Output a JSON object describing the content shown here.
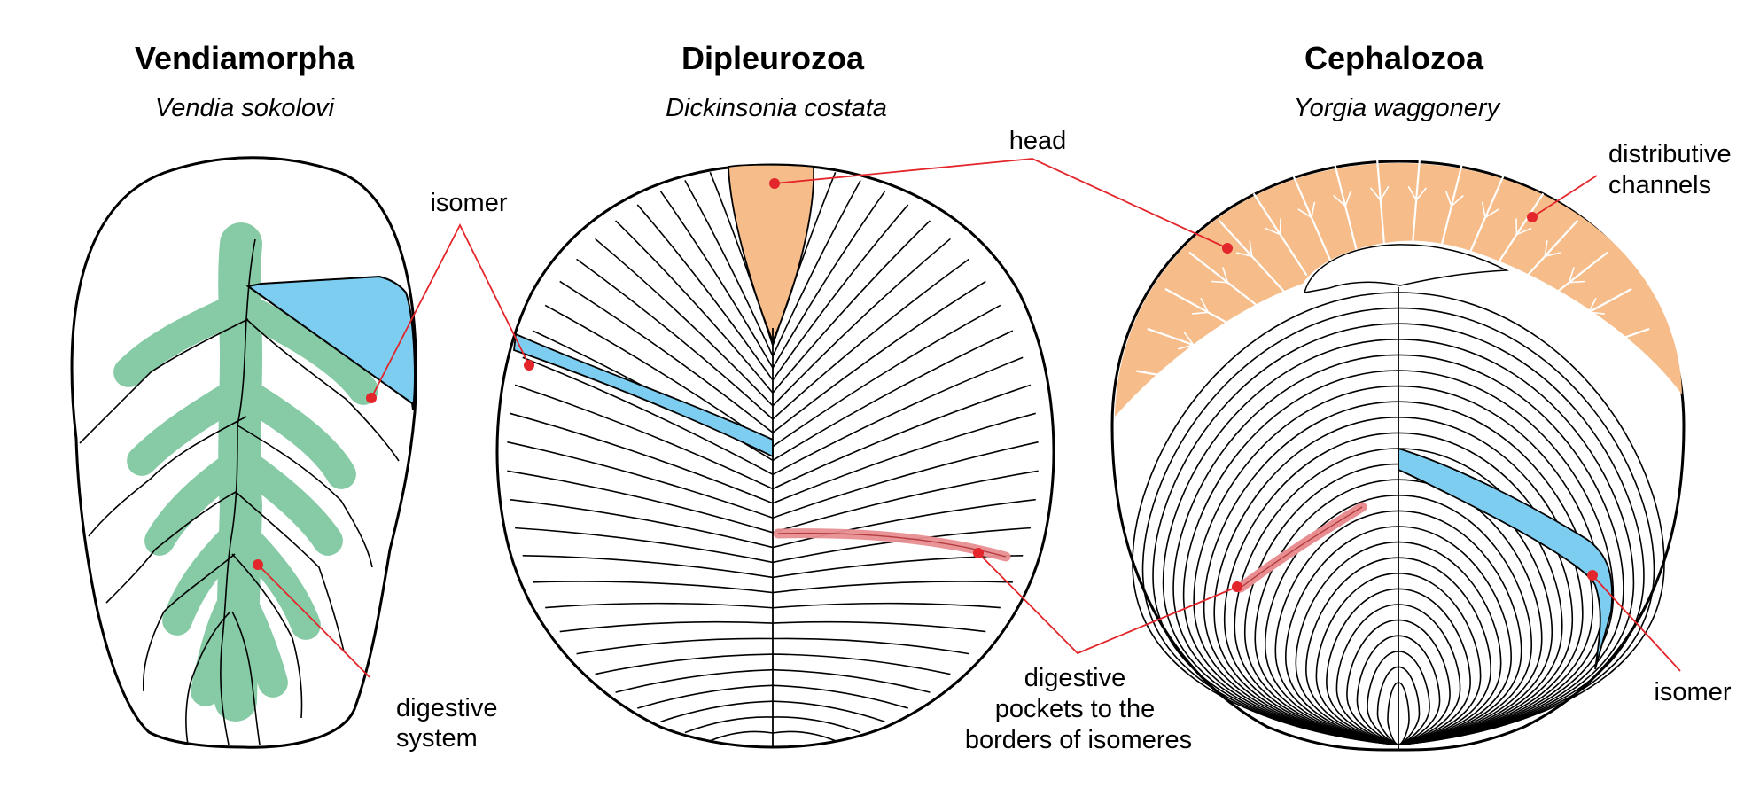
{
  "panels": [
    {
      "title": "Vendiamorpha",
      "species": "Vendia sokolovi"
    },
    {
      "title": "Dipleurozoa",
      "species": "Dickinsonia costata"
    },
    {
      "title": "Cephalozoa",
      "species": "Yorgia waggonery"
    }
  ],
  "labels": {
    "isomer_left": "isomer",
    "digestive_system": [
      "digestive",
      "system"
    ],
    "head": "head",
    "distributive_channels": [
      "distributive",
      "channels"
    ],
    "digestive_pockets": [
      "digestive",
      "pockets to the",
      "borders of isomeres"
    ],
    "isomer_right": "isomer"
  },
  "colors": {
    "digestive": "#86cba6",
    "isomer": "#7dcdf1",
    "isomer_dark": "#3db3c8",
    "head": "#f6bd8a",
    "pocket": "#e88e91",
    "leader": "#e3262b",
    "outline": "#000000"
  }
}
